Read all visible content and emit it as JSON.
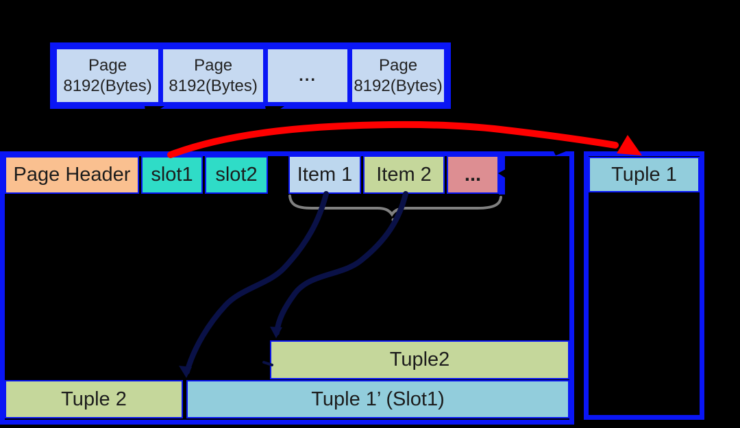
{
  "top_row": {
    "cells": [
      {
        "line1": "Page",
        "line2": "8192(Bytes)"
      },
      {
        "line1": "Page",
        "line2": "8192(Bytes)"
      },
      {
        "line1": "...",
        "line2": ""
      },
      {
        "line1": "Page",
        "line2": "8192(Bytes)"
      }
    ]
  },
  "page": {
    "header": "Page Header",
    "slot1": "slot1",
    "slot2": "slot2",
    "item1": "Item 1",
    "item2": "Item 2",
    "item_more": "...",
    "tuple2_mid": "Tuple2",
    "tuple2_bottom": "Tuple 2",
    "tuple1_prime": "Tuple 1’ (Slot1)"
  },
  "right_page": {
    "tuple1": "Tuple 1"
  },
  "connections": [
    {
      "from": "slot1",
      "to": "Tuple 1",
      "style": "red-curved-arrow"
    },
    {
      "from": "Item 1",
      "to": "Tuple 1’ (Slot1)",
      "style": "navy-curved-arrow"
    },
    {
      "from": "Item 2",
      "to": "Tuple2",
      "style": "navy-curved-arrow"
    }
  ],
  "colors": {
    "background": "#000000",
    "border_blue": "#0a16f5",
    "page_cell_fill": "#c6d9f1",
    "page_header_fill": "#fac090",
    "slot_fill": "#2fdcc7",
    "item1_fill": "#bdd7ee",
    "item2_fill": "#c5d79b",
    "ellipsis_item_fill": "#dd8e92",
    "tuple_blue_fill": "#92cddc",
    "tuple_green_fill": "#c5d79b",
    "red_arrow": "#fe0000",
    "navy_arrow": "#0a1147",
    "brace_gray": "#808080",
    "text": "#1c1c1c"
  }
}
